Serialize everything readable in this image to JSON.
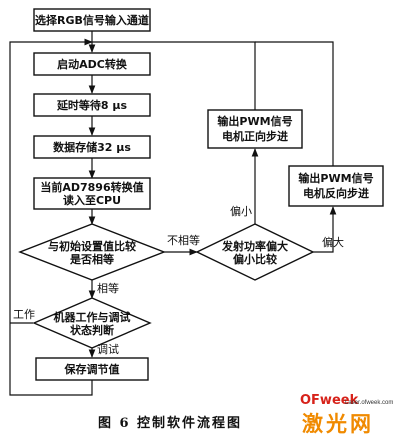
{
  "colors": {
    "stroke": "#111111",
    "box_fill": "#ffffff",
    "brand_orange": "#f08a00",
    "brand_red": "#d7221a"
  },
  "nodes": {
    "select_channel": "选择RGB信号输入通道",
    "start_adc": "启动ADC转换",
    "delay": "延时等待8 μs",
    "store": "数据存储32 μs",
    "read_line1": "当前AD7896转换值",
    "read_line2": "读入至CPU",
    "compare_line1": "与初始设置值比较",
    "compare_line2": "是否相等",
    "judge_line1": "机器工作与调试",
    "judge_line2": "状态判断",
    "save": "保存调节值",
    "power_line1": "发射功率偏大",
    "power_line2": "偏小比较",
    "pwm_fwd_line1": "输出PWM信号",
    "pwm_fwd_line2": "电机正向步进",
    "pwm_rev_line1": "输出PWM信号",
    "pwm_rev_line2": "电机反向步进"
  },
  "edge_labels": {
    "not_equal": "不相等",
    "equal": "相等",
    "work": "工作",
    "debug": "调试",
    "small": "偏小",
    "large": "偏大"
  },
  "caption": "图 6   控制软件流程图",
  "watermark": {
    "brand": "OFweek",
    "site": "Laser.ofweek.com",
    "name": "激光网"
  }
}
